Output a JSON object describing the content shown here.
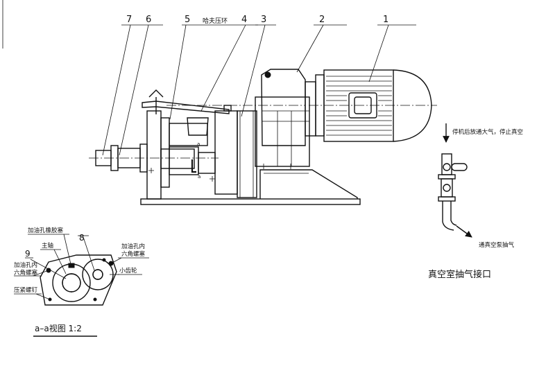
{
  "drawing": {
    "part_numbers": [
      "1",
      "2",
      "3",
      "4",
      "5",
      "6",
      "7",
      "8",
      "9"
    ],
    "labels": {
      "hafu_ring": "哈夫压环",
      "section_marker": "a",
      "stop_note": "停机后放通大气，停止真空",
      "to_vacuum_pump": "通真空泵抽气",
      "vacuum_port_title": "真空室抽气接口",
      "oil_plug": "加油孔橡胶塞",
      "main_shaft": "主轴",
      "oil_hex_plug_right_1": "加油孔内",
      "oil_hex_plug_right_2": "六角螺塞",
      "oil_hex_plug_left_1": "加油孔内",
      "oil_hex_plug_left_2": "六角螺塞",
      "small_gear": "小齿轮",
      "clamp_screw": "压紧螺钉",
      "view_title": "a–a视图 1:2"
    }
  }
}
